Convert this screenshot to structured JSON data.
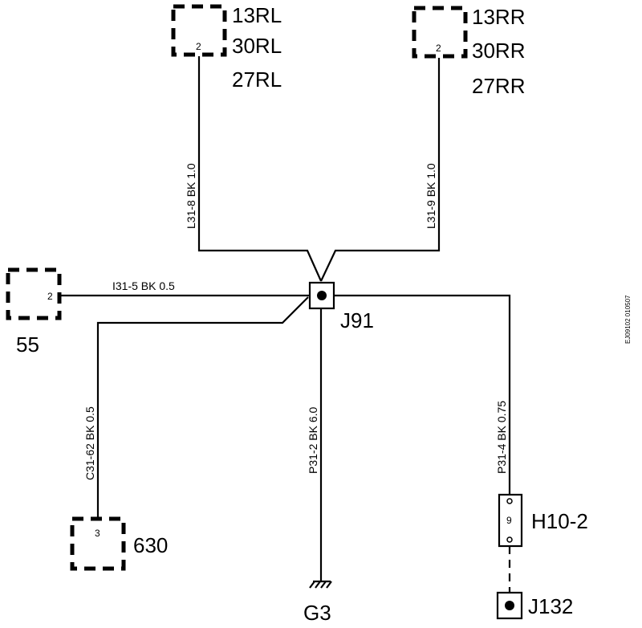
{
  "components": {
    "c13rl": {
      "labels": [
        "13RL",
        "30RL",
        "27RL"
      ],
      "pin": "2"
    },
    "c13rr": {
      "labels": [
        "13RR",
        "30RR",
        "27RR"
      ],
      "pin": "2"
    },
    "c55": {
      "label": "55",
      "pin": "2"
    },
    "c630": {
      "label": "630",
      "pin": "3"
    },
    "h10_2": {
      "label": "H10-2",
      "pin": "9"
    },
    "j91": {
      "label": "J91"
    },
    "j132": {
      "label": "J132"
    },
    "g3": {
      "label": "G3"
    }
  },
  "wires": {
    "l31_8": "L31-8  BK  1.0",
    "l31_9": "L31-9  BK  1.0",
    "i31_5": "I31-5  BK  0.5",
    "c31_62": "C31-62  BK  0.5",
    "p31_2": "P31-2  BK  6.0",
    "p31_4": "P31-4  BK  0.75"
  },
  "diagram_id": "EJ09102 010507"
}
